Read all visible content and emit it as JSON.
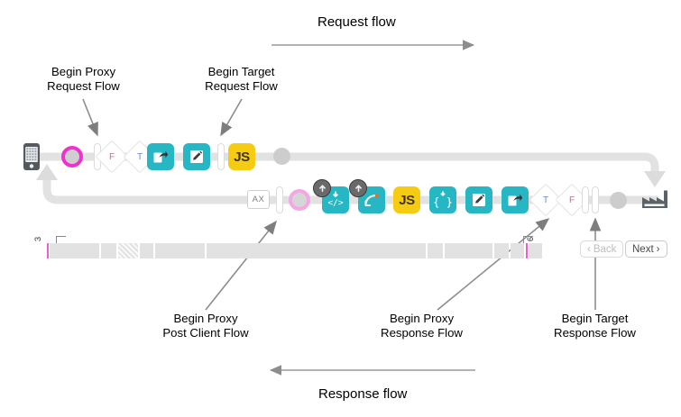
{
  "diagram": {
    "title_request_flow": "Request flow",
    "title_response_flow": "Response flow",
    "callouts": {
      "begin_proxy_request_flow": "Begin Proxy\nRequest Flow",
      "begin_proxy_request_flow_l1": "Begin Proxy",
      "begin_proxy_request_flow_l2": "Request Flow",
      "begin_target_request_flow_l1": "Begin Target",
      "begin_target_request_flow_l2": "Request Flow",
      "begin_proxy_post_client_flow_l1": "Begin Proxy",
      "begin_proxy_post_client_flow_l2": "Post Client Flow",
      "begin_proxy_response_flow_l1": "Begin Proxy",
      "begin_proxy_response_flow_l2": "Response Flow",
      "begin_target_response_flow_l1": "Begin Target",
      "begin_target_response_flow_l2": "Response Flow"
    },
    "colors": {
      "policy_teal": "#26b6c4",
      "javascript_yellow": "#f5cc12",
      "flow_marker_pink": "#ee33cc",
      "flow_marker_pink_pale": "#f3a7e4",
      "track_grey": "#e2e2e2",
      "arrow_grey": "#8d8d8d",
      "badge_dark": "#6a6a6a",
      "endpoint_grey": "#6b7278"
    },
    "request_row": {
      "name": "request-flow-row",
      "nodes": [
        {
          "name": "client-phone-icon",
          "type": "phone",
          "label": ""
        },
        {
          "name": "proxy-request-flow-start-marker",
          "type": "donut",
          "label": ""
        },
        {
          "name": "flow-separator-1",
          "type": "pill",
          "label": ""
        },
        {
          "name": "condition-false-branch",
          "type": "diamond",
          "label": "F"
        },
        {
          "name": "condition-true-branch",
          "type": "diamond",
          "label": "T"
        },
        {
          "name": "policy-route-rule",
          "type": "chip",
          "icon": "share-arrow-icon",
          "label": ""
        },
        {
          "name": "policy-assign-message",
          "type": "chip",
          "icon": "pencil-edit-icon",
          "label": ""
        },
        {
          "name": "flow-separator-2",
          "type": "pill",
          "label": ""
        },
        {
          "name": "policy-javascript",
          "type": "chip-js",
          "label": "JS"
        },
        {
          "name": "target-request-flow-end-dot",
          "type": "gdot",
          "label": ""
        }
      ]
    },
    "response_row": {
      "name": "response-flow-row",
      "nodes": [
        {
          "name": "target-endpoint-icon",
          "type": "factory",
          "label": ""
        },
        {
          "name": "target-response-dot",
          "type": "gdot",
          "label": ""
        },
        {
          "name": "flow-separator-r1",
          "type": "pill",
          "label": ""
        },
        {
          "name": "flow-separator-r2",
          "type": "pill",
          "label": ""
        },
        {
          "name": "condition-false-branch-r",
          "type": "diamond",
          "label": "F"
        },
        {
          "name": "condition-true-branch-r",
          "type": "diamond",
          "label": "T"
        },
        {
          "name": "policy-route-rule-r",
          "type": "chip",
          "icon": "share-arrow-icon",
          "label": ""
        },
        {
          "name": "policy-assign-message-r",
          "type": "chip",
          "icon": "pencil-edit-icon",
          "label": ""
        },
        {
          "name": "policy-json-threat",
          "type": "chip",
          "icon": "braces-icon",
          "label": ""
        },
        {
          "name": "policy-javascript-r",
          "type": "chip-js",
          "label": "JS"
        },
        {
          "name": "policy-raise-fault",
          "type": "chip",
          "icon": "flow-curve-icon",
          "label": ""
        },
        {
          "name": "policy-xml-transform",
          "type": "chip",
          "icon": "code-tags-icon",
          "label": ""
        },
        {
          "name": "proxy-post-client-flow-marker",
          "type": "donut-pale",
          "label": ""
        },
        {
          "name": "flow-separator-r3",
          "type": "pill",
          "label": ""
        },
        {
          "name": "analytics-box",
          "type": "axbox",
          "label": "AX"
        }
      ]
    },
    "timeline": {
      "name": "request-timeline",
      "start_tick_label": "3",
      "end_tick_label": "6",
      "back_button": "Back",
      "next_button": "Next",
      "back_chevron": "‹",
      "next_chevron": "›"
    }
  }
}
